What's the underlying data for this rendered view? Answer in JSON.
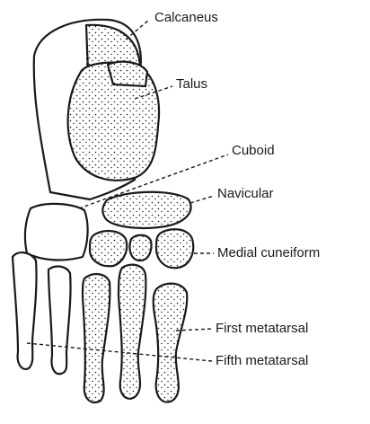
{
  "labels": {
    "calcaneus": "Calcaneus",
    "talus": "Talus",
    "cuboid": "Cuboid",
    "navicular": "Navicular",
    "medial_cuneiform": "Medial cuneiform",
    "first_metatarsal": "First metatarsal",
    "fifth_metatarsal": "Fifth metatarsal"
  },
  "colors": {
    "ink": "#1a1a1a",
    "paper": "#ffffff"
  }
}
